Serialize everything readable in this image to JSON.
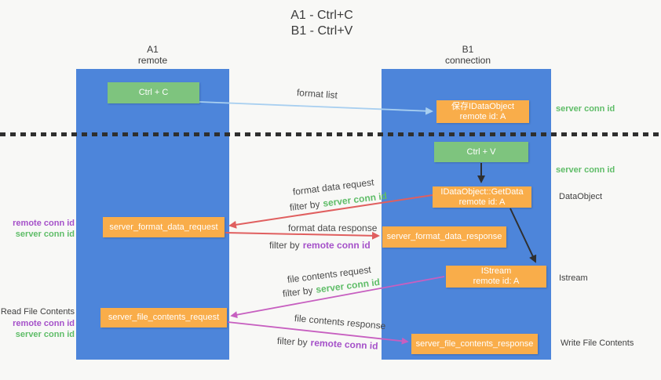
{
  "title": {
    "line1": "A1 - Ctrl+C",
    "line2": "B1 - Ctrl+V"
  },
  "lanes": {
    "left": {
      "name": "A1",
      "role": "remote"
    },
    "right": {
      "name": "B1",
      "role": "connection"
    }
  },
  "nodes": {
    "ctrl_c": {
      "label": "Ctrl + C"
    },
    "save_idataobject": {
      "line1": "保存IDataObject",
      "line2": "remote id: A"
    },
    "ctrl_v": {
      "label": "Ctrl + V"
    },
    "getdata": {
      "line1": "IDataObject::GetData",
      "line2": "remote id: A"
    },
    "format_request": {
      "label": "server_format_data_request"
    },
    "format_response": {
      "label": "server_format_data_response"
    },
    "istream": {
      "line1": "IStream",
      "line2": "remote id: A"
    },
    "file_request": {
      "label": "server_file_contents_request"
    },
    "file_response": {
      "label": "server_file_contents_response"
    }
  },
  "edge_labels": {
    "format_list": "format list",
    "format_data_request": "format data request",
    "format_data_request_filter": "filter by",
    "format_data_request_filter_key": "server conn id",
    "format_data_response": "format data response",
    "format_data_response_filter": "filter by",
    "format_data_response_filter_key": "remote conn id",
    "file_contents_request": "file contents request",
    "file_contents_request_filter": "filter by",
    "file_contents_request_filter_key": "server conn id",
    "file_contents_response": "file contents response",
    "file_contents_response_filter": "filter by",
    "file_contents_response_filter_key": "remote conn id"
  },
  "side_labels": {
    "server_conn_id_top": "server conn id",
    "server_conn_id_mid": "server conn id",
    "dataobject": "DataObject",
    "istream": "Istream",
    "write_file_contents": "Write File Contents",
    "read_file_contents": "Read File Contents",
    "left_remote_conn_id_1": "remote conn id",
    "left_server_conn_id_1": "server conn id",
    "left_remote_conn_id_2": "remote conn id",
    "left_server_conn_id_2": "server conn id"
  },
  "colors": {
    "background": "#f8f8f6",
    "lane_blue": "#4d85da",
    "green_box": "#7ec47e",
    "orange_box": "#f9ad4a",
    "green_text": "#5fbd68",
    "purple_text": "#a551c9",
    "red_arrow": "#e05f5f",
    "magenta_arrow": "#c75fc0",
    "blue_arrow": "#a8cff0",
    "black_arrow": "#2f2f2f",
    "dark_text": "#3f3f3f"
  }
}
